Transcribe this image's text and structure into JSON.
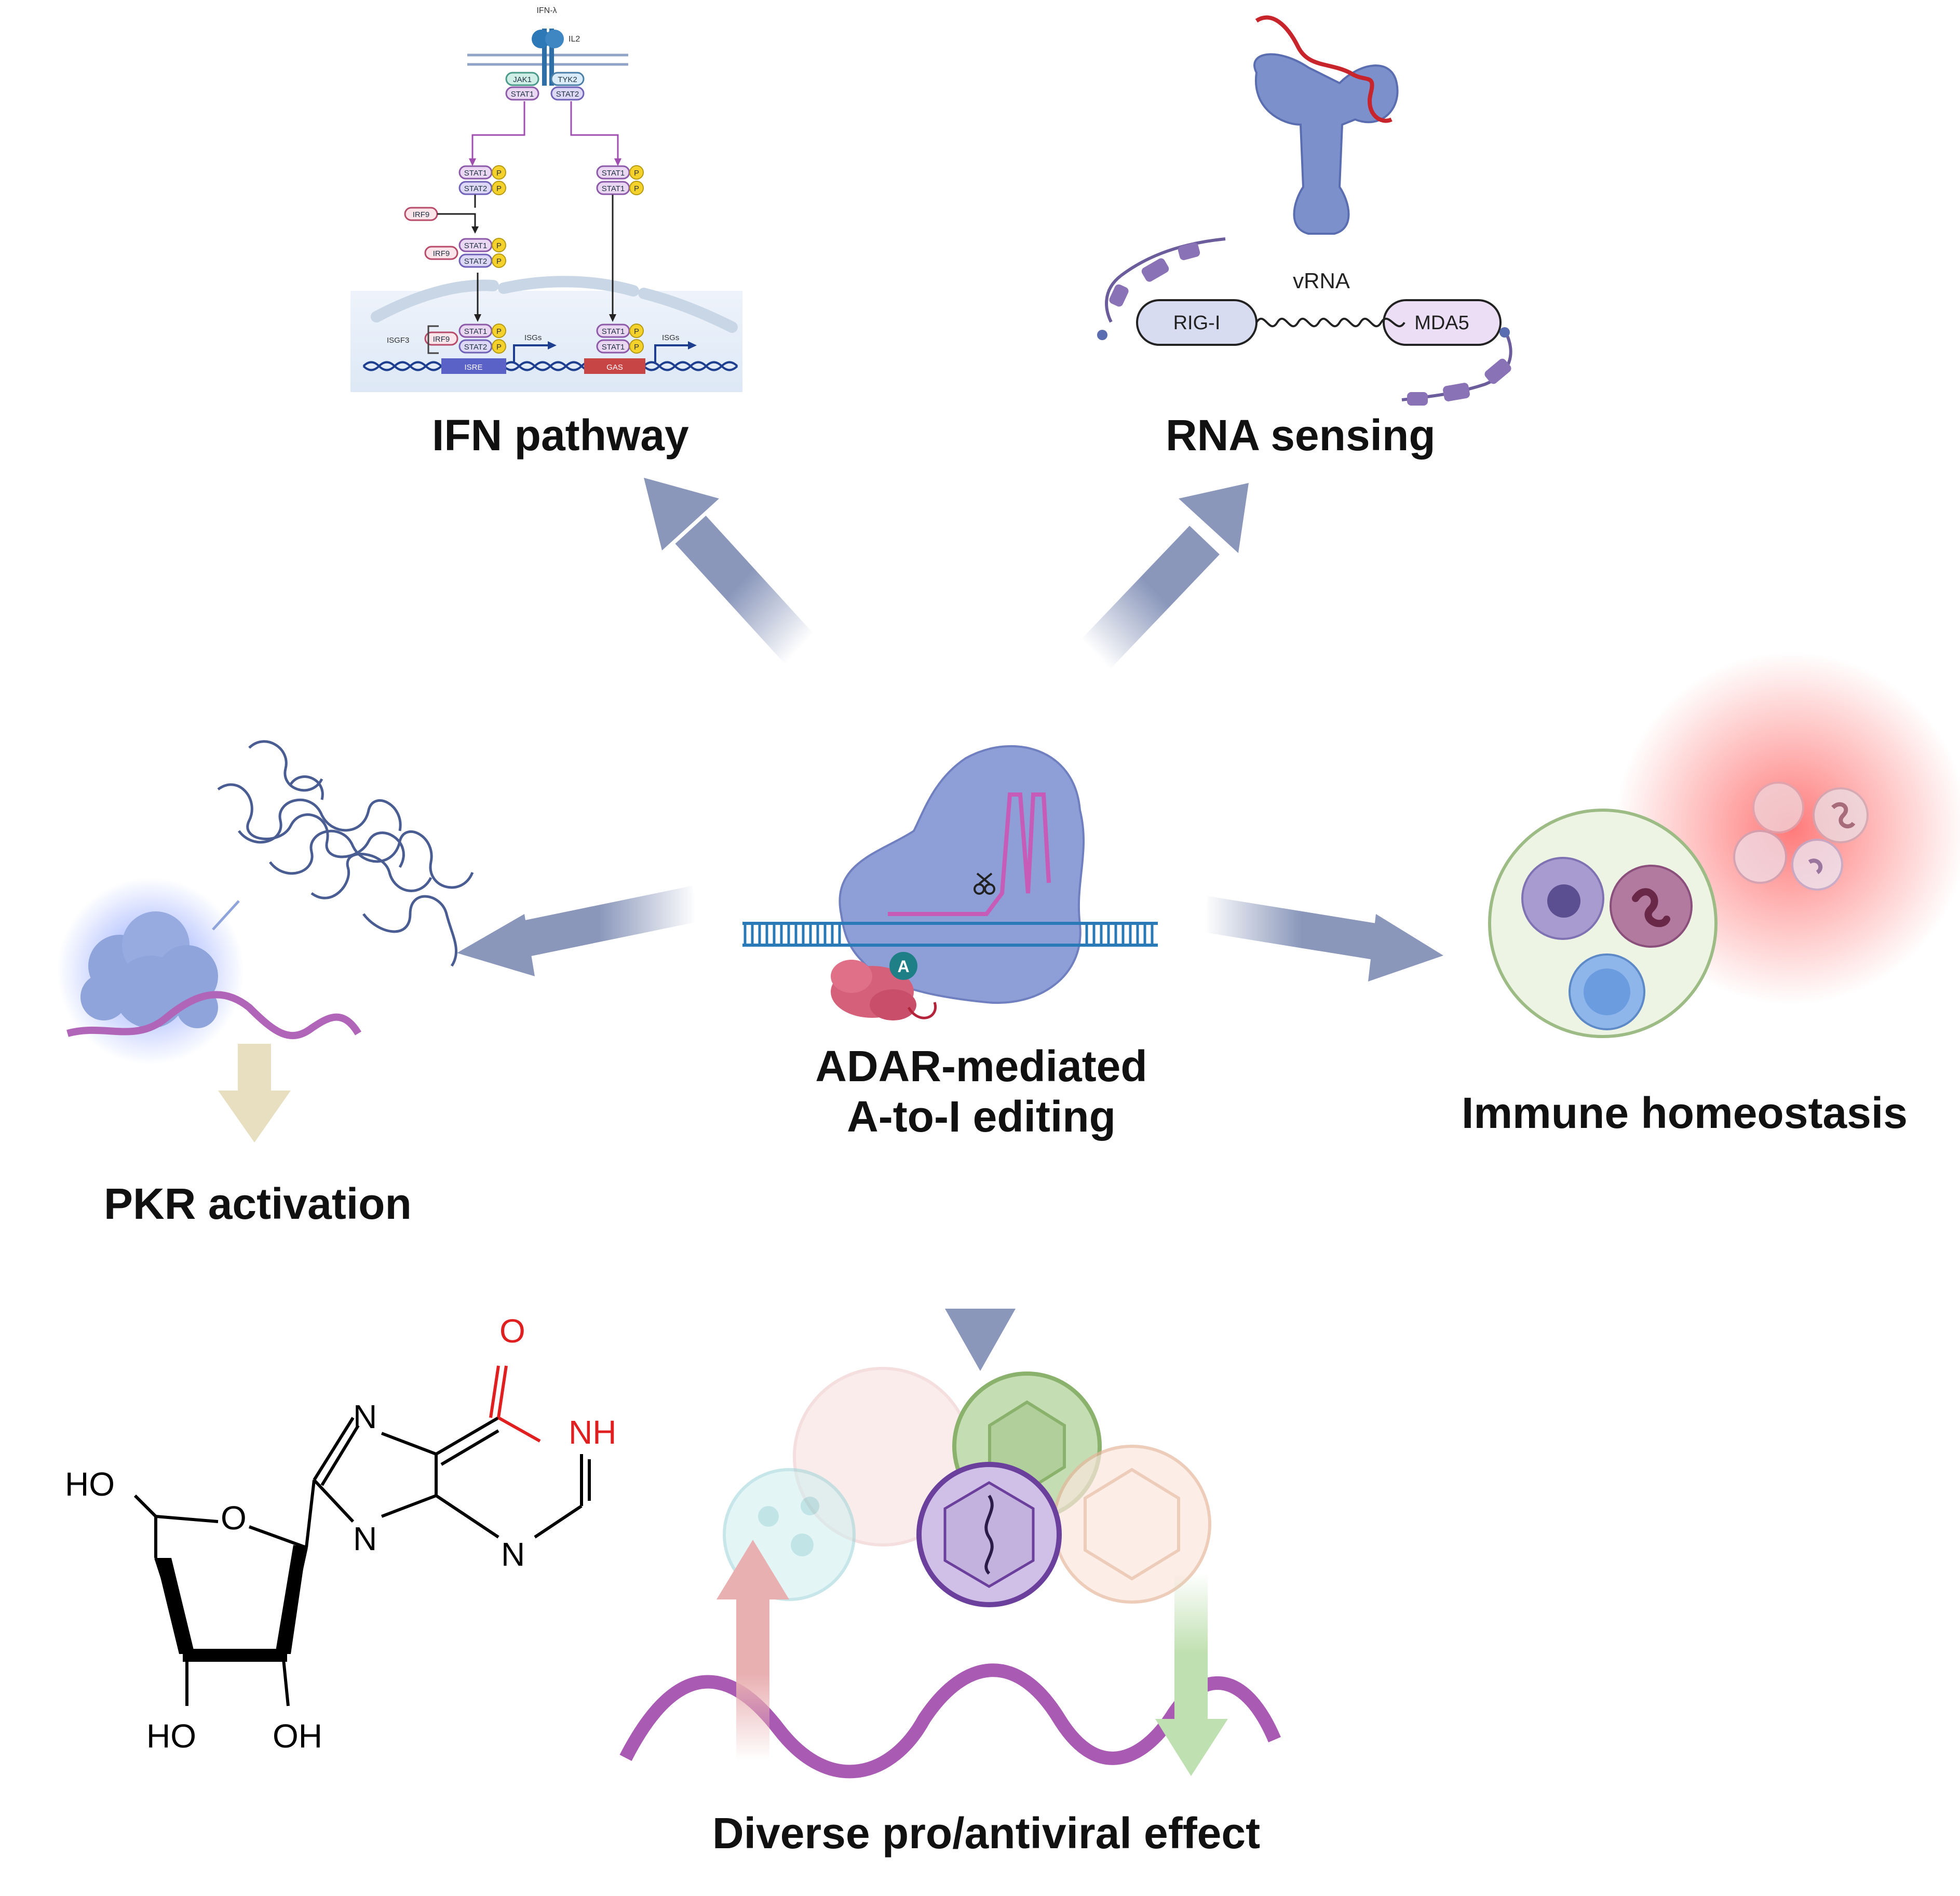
{
  "center": {
    "line1": "ADAR-mediated",
    "line2": "A-to-I editing",
    "adenosine_marker": "A"
  },
  "ifn": {
    "title": "IFN pathway",
    "ligand": "IFN-λ",
    "receptor": "IL2",
    "jak1": "JAK1",
    "tyk2": "TYK2",
    "stat1": "STAT1",
    "stat2": "STAT2",
    "irf9": "IRF9",
    "phospho": "P",
    "isgf3": "ISGF3",
    "isre": "ISRE",
    "gas": "GAS",
    "isgs": "ISGs"
  },
  "rna_sensing": {
    "title": "RNA sensing",
    "vrna": "vRNA",
    "rig_i": "RIG-I",
    "mda5": "MDA5"
  },
  "pkr": {
    "title": "PKR activation"
  },
  "immune": {
    "title": "Immune homeostasis"
  },
  "antiviral": {
    "title": "Diverse pro/antiviral effect"
  },
  "inosine": {
    "ho_top": "HO",
    "o_ring": "O",
    "ho_left": "HO",
    "oh_right": "OH",
    "n7": "N",
    "n9": "N",
    "n3": "N",
    "nh": "NH",
    "o_carbonyl": "O"
  },
  "colors": {
    "arrow": "#8a97bb",
    "adar": "#8d9fd6",
    "rna_purple": "#b065b9",
    "phospho_yellow": "#f5d22b",
    "isre_blue": "#5a62c8",
    "gas_red": "#c84545",
    "chem_red": "#e02020",
    "pkr_arrow": "#e7dfc0",
    "up_arrow": "#e9b0b2",
    "down_arrow": "#bfe0b0"
  }
}
